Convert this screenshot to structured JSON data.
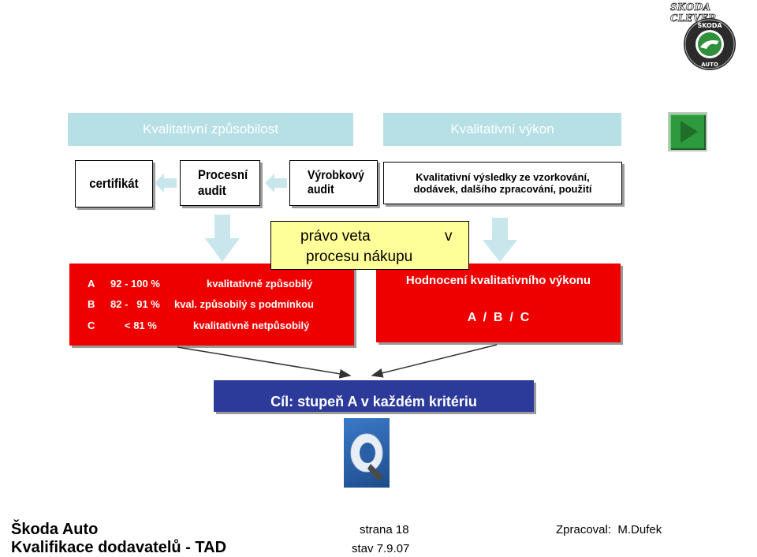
{
  "header": {
    "watermark": "SKODA CLEVER",
    "logo_text": "ŠKODA AUTO"
  },
  "top_bars": {
    "left": "Kvalitativní způsobilost",
    "right": "Kvalitativní výkon"
  },
  "boxes": {
    "certifikat": "certifikát",
    "procesni_line1": "Procesní",
    "procesni_line2": "audit",
    "vyrobkovy_line1": "Výrobkový",
    "vyrobkovy_line2": "audit",
    "vysledky_line1": "Kvalitativní výsledky ze vzorkování,",
    "vysledky_line2": "dodávek, dalšího zpracování, použití"
  },
  "callout": {
    "line1_a": "právo veta",
    "line1_b": "v",
    "line2": "procesu nákupu"
  },
  "grades": [
    {
      "letter": "A",
      "range": "92 - 100 %",
      "desc": "kvalitativně způsobilý"
    },
    {
      "letter": "B",
      "range": "82 -   91 %",
      "desc": "kval. způsobilý s podmínkou"
    },
    {
      "letter": "C",
      "range": "< 81 %",
      "desc": "kvalitativně netpůsobilý"
    }
  ],
  "performance": {
    "title": "Hodnocení kvalitativního výkonu",
    "scale": "A  /  B  /  C"
  },
  "goal": "Cíl: stupeň A v každém kritériu",
  "footer": {
    "company": "Škoda Auto",
    "subtitle": "Kvalifikace dodavatelů - TAD",
    "page": "strana 18",
    "date": "stav 7.9.07",
    "author": "Zpracoval:  M.Dufek"
  },
  "colors": {
    "header_bar": "#b7dfe6",
    "red": "#ee0000",
    "blue": "#2c3a9a",
    "callout": "#ffff99",
    "arrow": "#c8e6eb",
    "play_button": "#2e9a3e"
  }
}
